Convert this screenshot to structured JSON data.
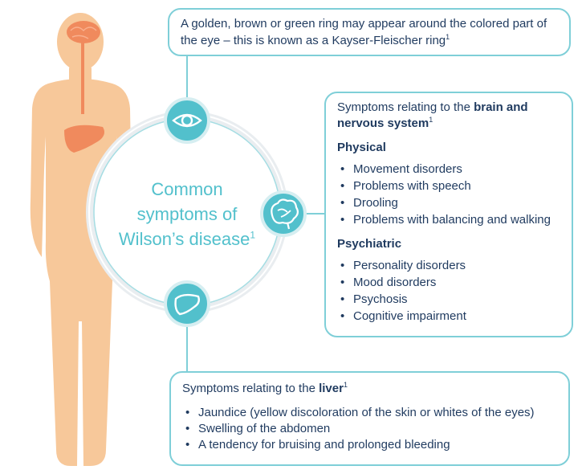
{
  "center": {
    "line1": "Common",
    "line2": "symptoms of",
    "line3": "Wilson’s disease",
    "sup": "1"
  },
  "eye_box": {
    "text": "A golden, brown or green ring may appear around the colored part of the eye – this is known as a Kayser-Fleischer ring",
    "sup": "1"
  },
  "brain_box": {
    "intro": "Symptoms relating to the ",
    "intro_strong": "brain and nervous system",
    "sup": "1",
    "physical_heading": "Physical",
    "physical": [
      "Movement disorders",
      "Problems with speech",
      "Drooling",
      "Problems with balancing and walking"
    ],
    "psychiatric_heading": "Psychiatric",
    "psychiatric": [
      "Personality disorders",
      "Mood disorders",
      "Psychosis",
      "Cognitive impairment"
    ]
  },
  "liver_box": {
    "intro": "Symptoms relating to the ",
    "intro_strong": "liver",
    "sup": "1",
    "items": [
      "Jaundice (yellow discoloration of the skin or whites of the eyes)",
      "Swelling of the abdomen",
      "A tendency for bruising and prolonged bleeding"
    ]
  },
  "icons": [
    "human-body-illustration",
    "brain-organ-icon",
    "liver-organ-icon",
    "eye-icon",
    "brain-icon",
    "liver-icon"
  ],
  "colors": {
    "teal": "#52c0cc",
    "teal_border": "#7fcfd8",
    "body_skin": "#f7c89a",
    "organ_orange": "#f08a5d",
    "text_navy": "#1f3a5f",
    "ring_gray": "#e6eaee"
  }
}
